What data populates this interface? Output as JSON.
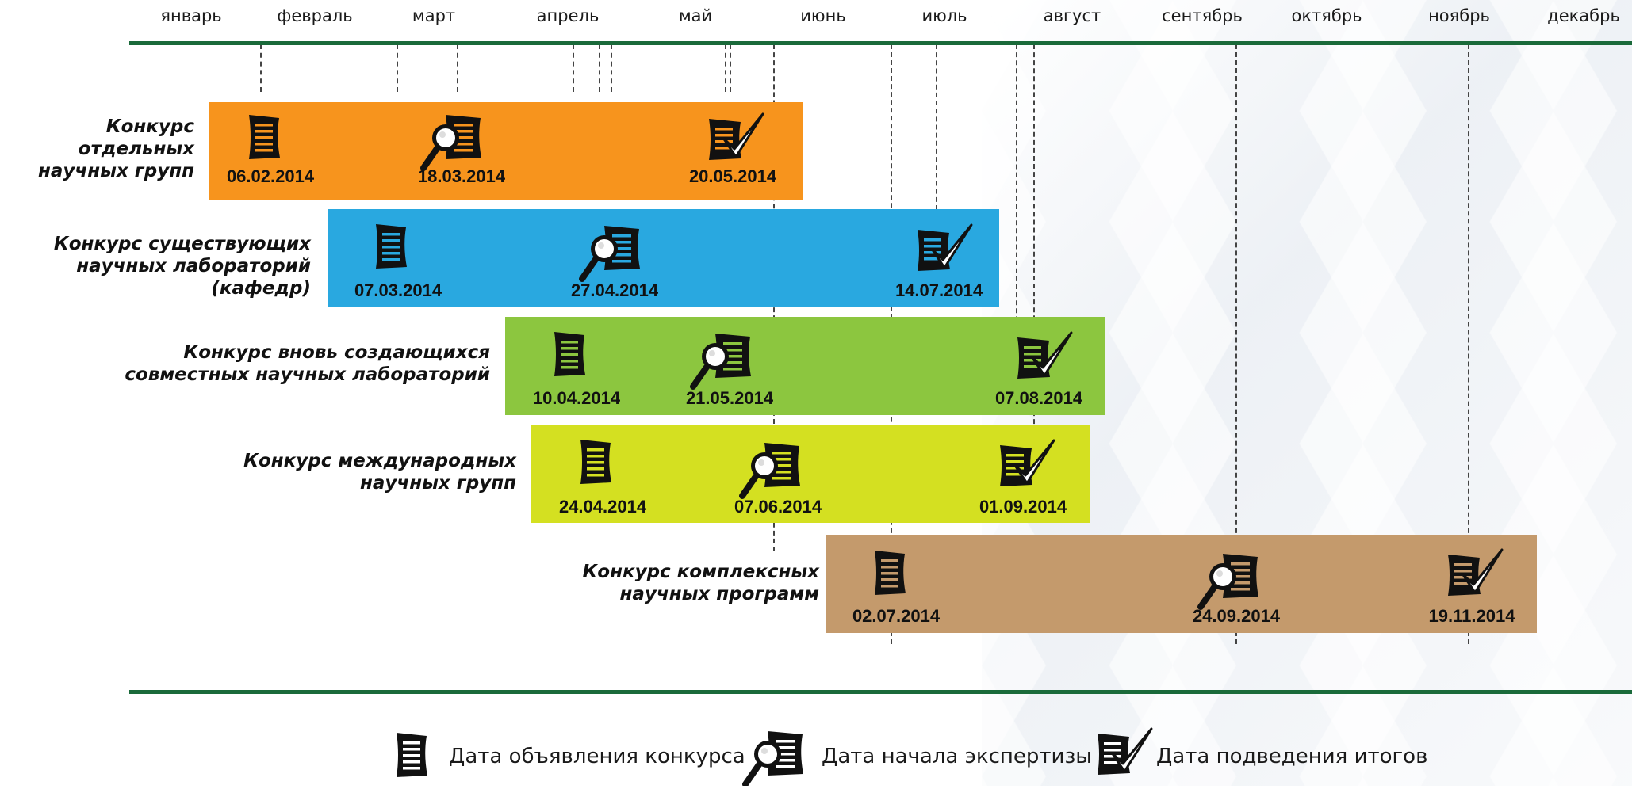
{
  "months": [
    "январь",
    "февраль",
    "март",
    "апрель",
    "май",
    "июнь",
    "июль",
    "август",
    "сентябрь",
    "октябрь",
    "ноябрь",
    "декабрь"
  ],
  "competitions": [
    {
      "title_lines": [
        "Конкурс",
        "отдельных",
        "научных групп"
      ],
      "color": "#f7941d",
      "announce_date": "06.02.2014",
      "expertise_date": "18.03.2014",
      "results_date": "20.05.2014"
    },
    {
      "title_lines": [
        "Конкурс существующих",
        "научных лабораторий (кафедр)"
      ],
      "color": "#29a8e0",
      "announce_date": "07.03.2014",
      "expertise_date": "27.04.2014",
      "results_date": "14.07.2014"
    },
    {
      "title_lines": [
        "Конкурс вновь создающихся",
        "совместных научных лабораторий"
      ],
      "color": "#8cc63f",
      "announce_date": "10.04.2014",
      "expertise_date": "21.05.2014",
      "results_date": "07.08.2014"
    },
    {
      "title_lines": [
        "Конкурс международных",
        "научных групп"
      ],
      "color": "#d4e021",
      "announce_date": "24.04.2014",
      "expertise_date": "07.06.2014",
      "results_date": "01.09.2014"
    },
    {
      "title_lines": [
        "Конкурс комплексных",
        "научных программ"
      ],
      "color": "#c49a6c",
      "announce_date": "02.07.2014",
      "expertise_date": "24.09.2014",
      "results_date": "19.11.2014"
    }
  ],
  "legend": {
    "announce": "Дата объявления конкурса",
    "expertise": "Дата начала экспертизы",
    "results": "Дата подведения итогов"
  },
  "colors": {
    "axis_line": "#1a6a3a",
    "icon": "#111111"
  },
  "icons": {
    "announce": "document-icon",
    "expertise": "magnifier-document-icon",
    "results": "checkmark-document-icon"
  }
}
